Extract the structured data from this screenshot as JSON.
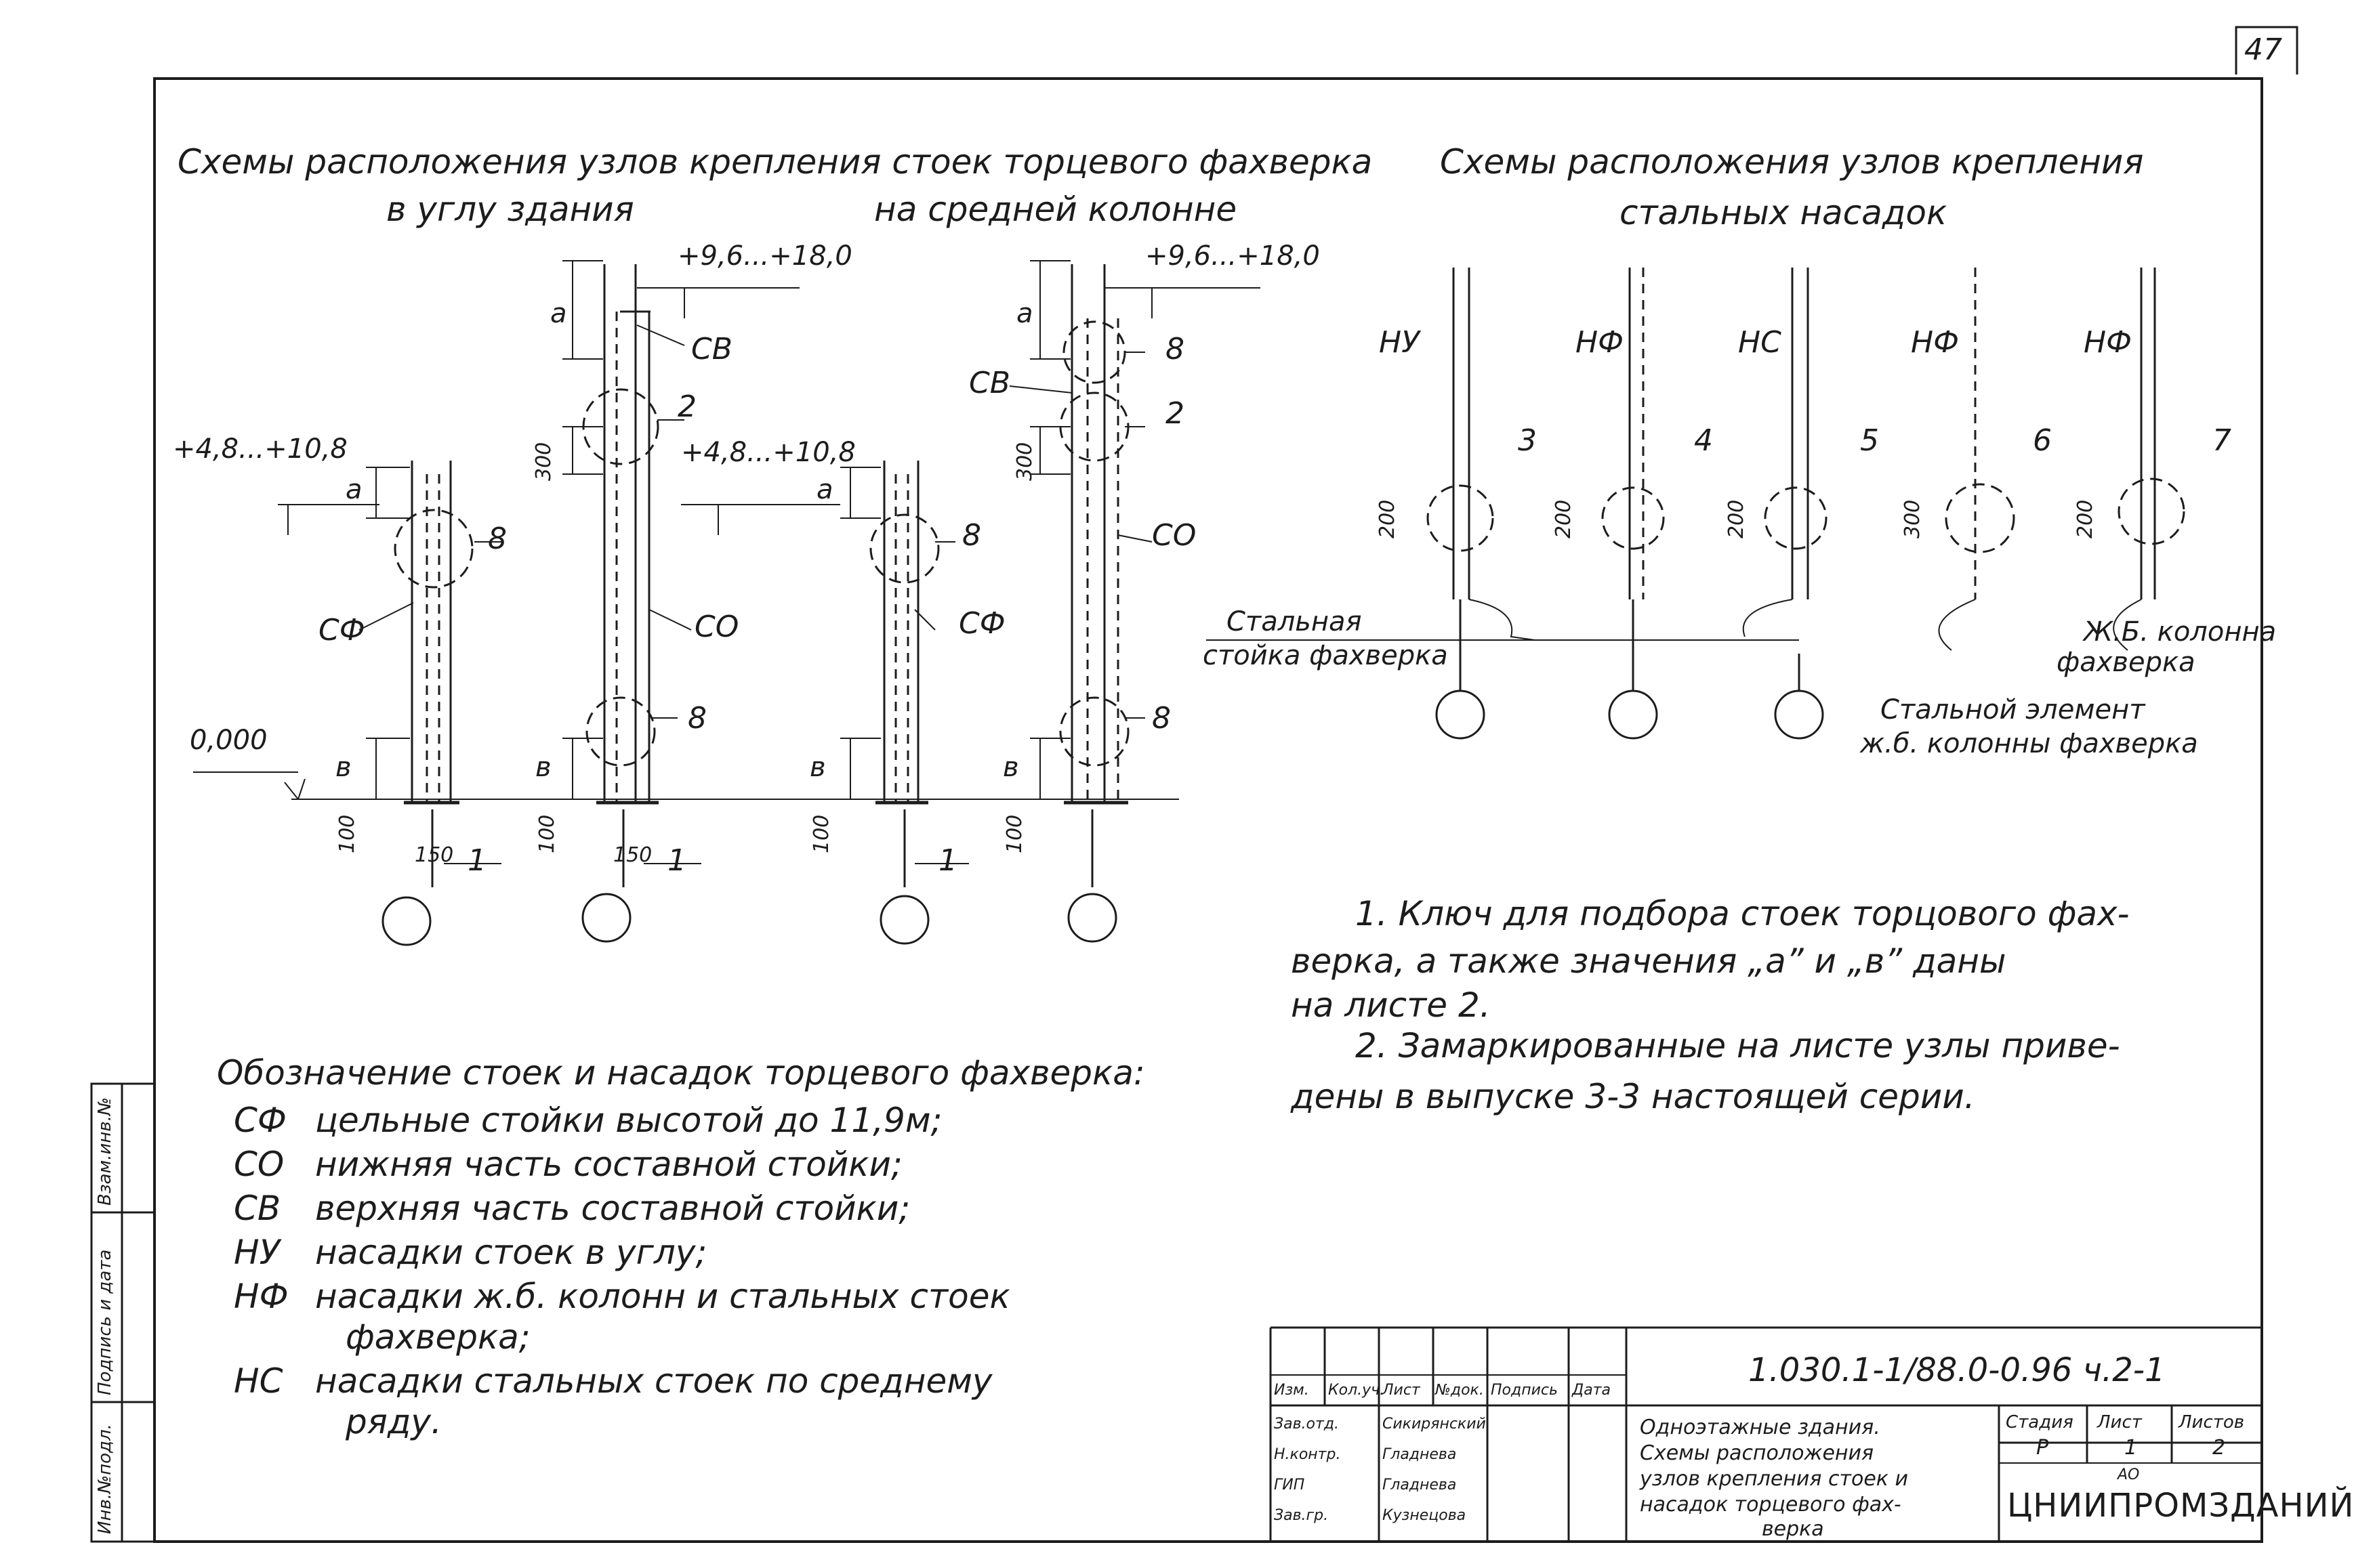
{
  "sheet_number": "47",
  "left_title": "Схемы расположения узлов крепления стоек торцевого фахверка",
  "left_sub_corner": "в углу здания",
  "left_sub_middle": "на средней колонне",
  "right_title": "Схемы расположения узлов крепления",
  "right_sub": "стальных насадок",
  "elev_top_1": "+9,6...+18,0",
  "elev_top_2": "+9,6...+18,0",
  "elev_mid_1": "+4,8...+10,8",
  "elev_mid_2": "+4,8...+10,8",
  "elev_zero": "0,000",
  "dims": {
    "a": "a",
    "b": "в",
    "d300": "300",
    "d100": "100",
    "d150": "150",
    "d200": "200"
  },
  "labels": {
    "sv": "СВ",
    "so": "СО",
    "sf": "СФ",
    "nu": "НУ",
    "nf": "НФ",
    "ns": "НС"
  },
  "node_numbers": [
    "1",
    "2",
    "3",
    "4",
    "5",
    "6",
    "7",
    "8"
  ],
  "steel_post_note": [
    "Стальная",
    "стойка фахверка"
  ],
  "rc_note": [
    "Ж.Б. колонна",
    "фахверка"
  ],
  "steel_element_note": [
    "Стальной элемент",
    "ж.б. колонны фахверка"
  ],
  "notes": [
    "1. Ключ для подбора стоек торцового фах-",
    "верка, а также значения „а” и „в” даны",
    "на листе 2.",
    "2. Замаркированные на листе узлы приве-",
    "дены в выпуске 3-3 настоящей серии."
  ],
  "legend_title": "Обозначение стоек и насадок торцевого фахверка:",
  "legend": [
    {
      "code": "СФ",
      "text": "цельные стойки высотой до 11,9м;"
    },
    {
      "code": "СО",
      "text": "нижняя часть составной стойки;"
    },
    {
      "code": "СВ",
      "text": "верхняя часть составной стойки;"
    },
    {
      "code": "НУ",
      "text": "насадки стоек в углу;"
    },
    {
      "code": "НФ",
      "text": "насадки ж.б. колонн и стальных стоек"
    },
    {
      "code": "",
      "text": "фахверка;"
    },
    {
      "code": "НС",
      "text": "насадки стальных стоек по среднему"
    },
    {
      "code": "",
      "text": "ряду."
    }
  ],
  "side_stamp": [
    "Инв.№подл.",
    "Подпись и дата",
    "Взам.инв.№"
  ],
  "title_block": {
    "doc_code": "1.030.1-1/88.0-0.96 ч.2-1",
    "headers": [
      "Изм.",
      "Кол.уч.",
      "Лист",
      "№док.",
      "Подпись",
      "Дата"
    ],
    "roles": [
      "Зав.отд.",
      "Н.контр.",
      "ГИП",
      "Зав.гр."
    ],
    "names": [
      "Сикирянский",
      "Гладнева",
      "Гладнева",
      "Кузнецова"
    ],
    "title_lines": [
      "Одноэтажные здания.",
      "Схемы расположения",
      "узлов крепления стоек и",
      "насадок торцевого фах-",
      "верка"
    ],
    "stage_h": "Стадия",
    "sheet_h": "Лист",
    "sheets_h": "Листов",
    "stage": "Р",
    "sheet": "1",
    "sheets": "2",
    "org_small": "АО",
    "org": "ЦНИИПРОМЗДАНИЙ"
  }
}
